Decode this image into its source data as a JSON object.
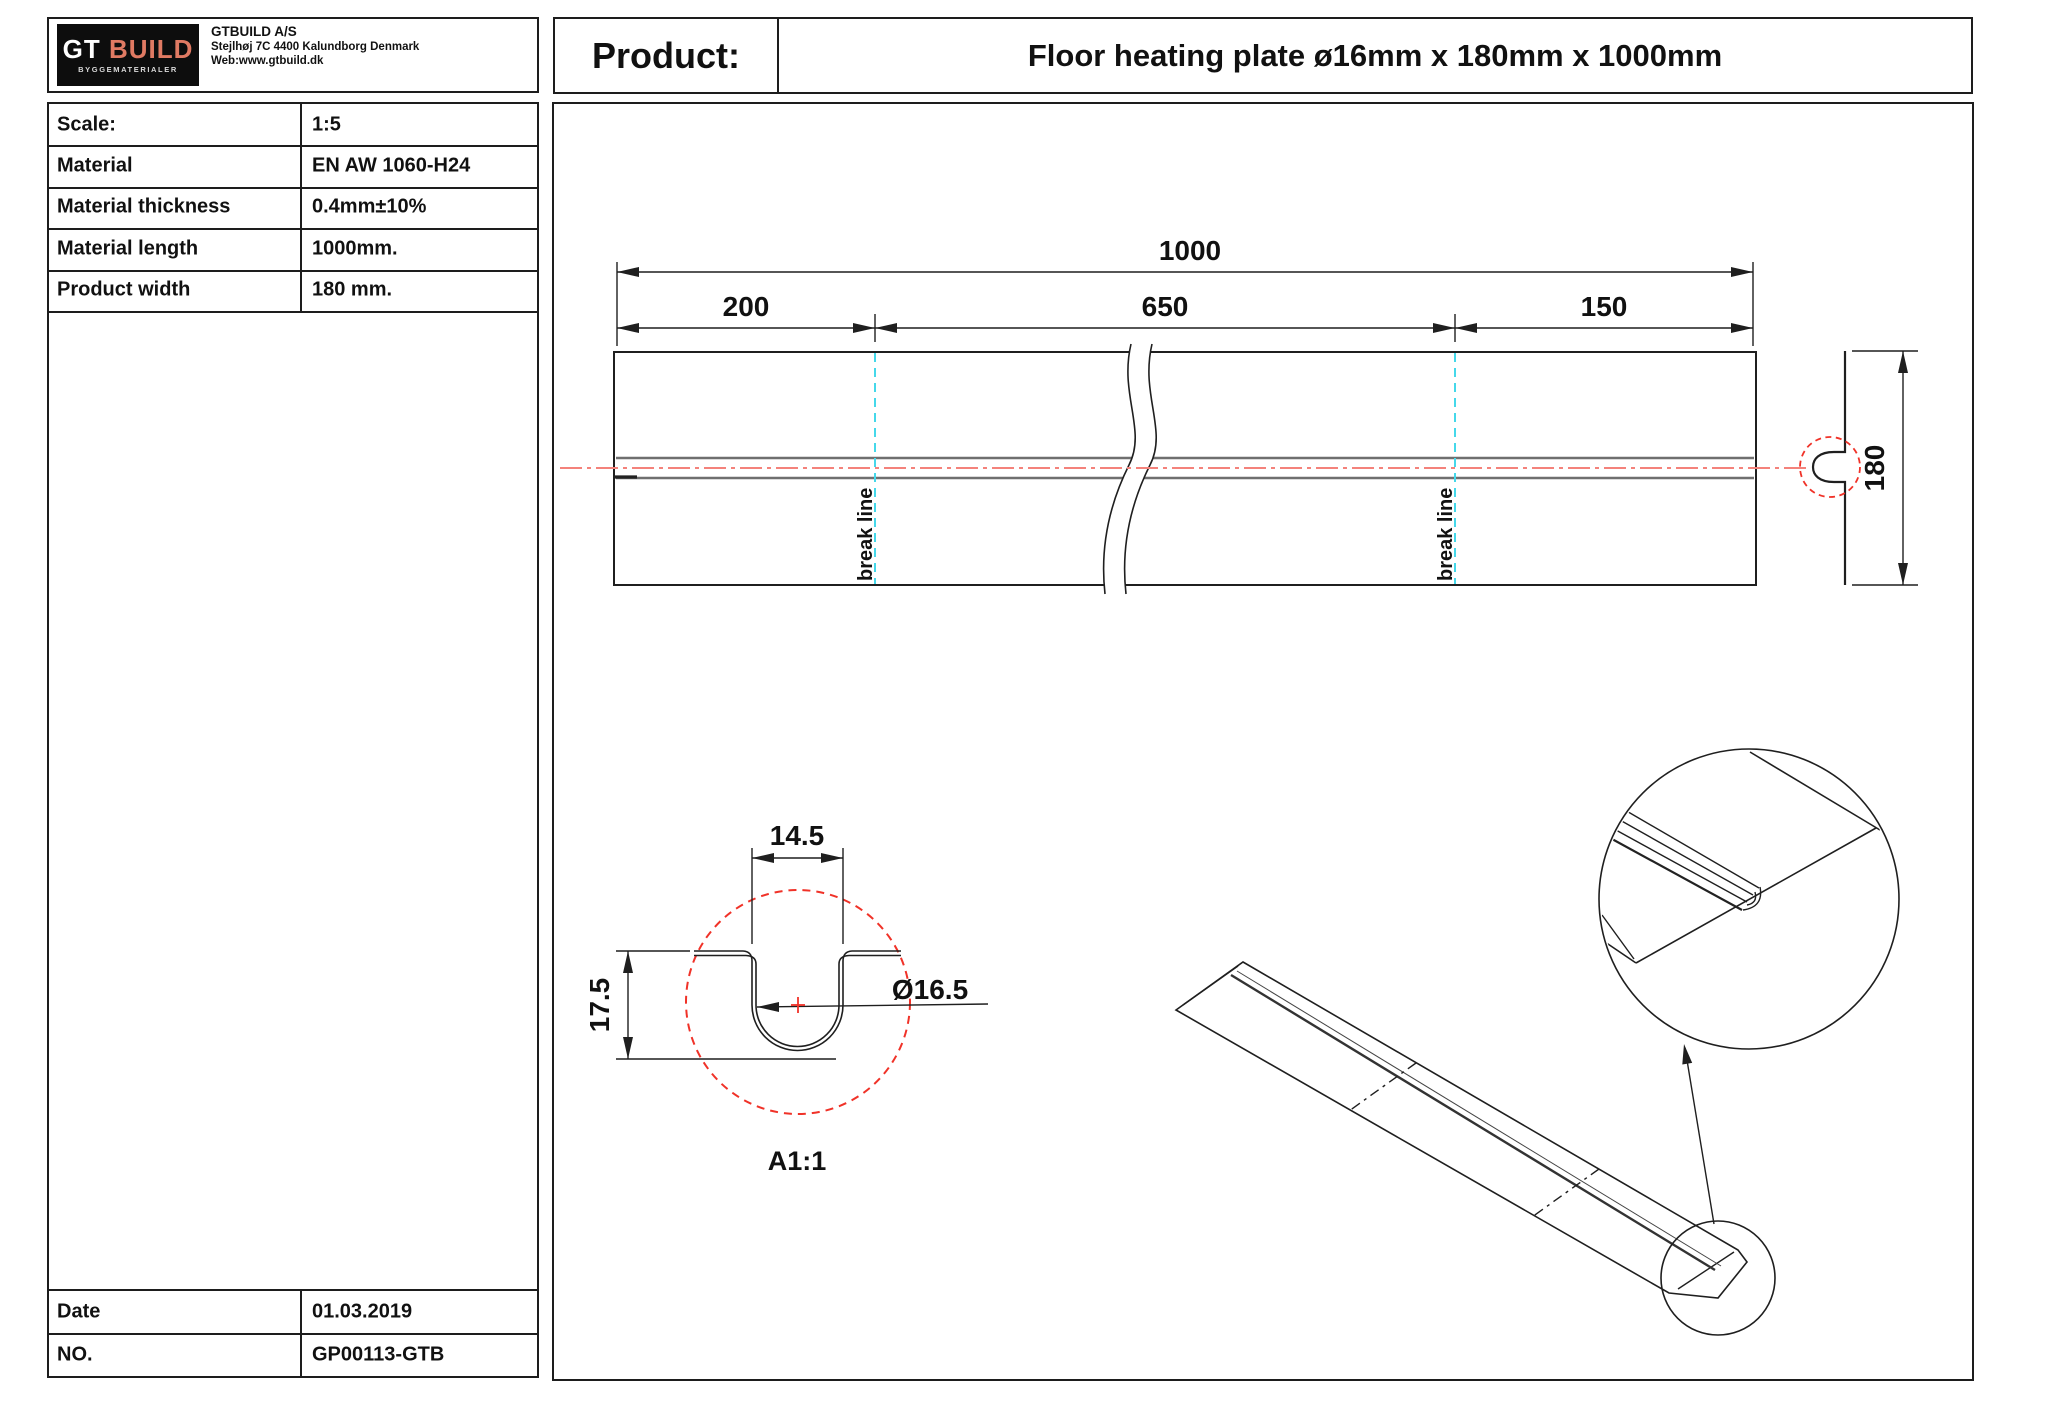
{
  "company": {
    "logo_primary": "GT",
    "logo_secondary": "BUILD",
    "logo_tagline": "BYGGEMATERIALER",
    "name": "GTBUILD A/S",
    "address": "Stejlhøj 7C 4400 Kalundborg Denmark",
    "web": "Web:www.gtbuild.dk"
  },
  "header": {
    "product_label": "Product:",
    "product_title": "Floor heating plate ø16mm x 180mm x 1000mm"
  },
  "spec_table": {
    "rows": [
      {
        "label": "Scale:",
        "value": "1:5"
      },
      {
        "label": "Material",
        "value": "EN AW 1060-H24"
      },
      {
        "label": "Material thickness",
        "value": "0.4mm±10%"
      },
      {
        "label": "Material length",
        "value": "1000mm."
      },
      {
        "label": "Product width",
        "value": "180 mm."
      }
    ]
  },
  "footer_table": {
    "date_label": "Date",
    "date_value": "01.03.2019",
    "no_label": "NO.",
    "no_value": "GP00113-GTB"
  },
  "drawing": {
    "dim_total": "1000",
    "dim_left": "200",
    "dim_mid": "650",
    "dim_right": "150",
    "dim_height": "180",
    "break_line_label": "break line",
    "detail": {
      "dim_width": "14.5",
      "dim_depth": "17.5",
      "dim_diameter": "Ø16.5",
      "label": "A1:1"
    }
  },
  "colors": {
    "centerline_red": "#f4827b",
    "detail_red": "#f03228",
    "cyan": "#45d8ea",
    "logo_accent": "#e07a63",
    "groove_gray": "#6f6f6f"
  }
}
